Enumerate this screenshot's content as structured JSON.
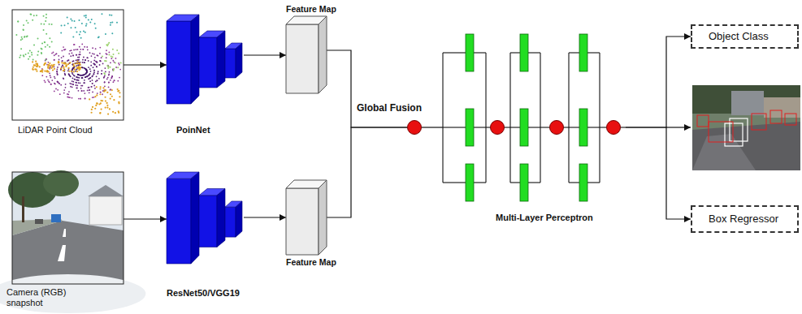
{
  "diagram": {
    "nodes": [
      {
        "text": [
          "LiDAR Point Cloud"
        ]
      },
      {
        "text": [
          "PoinNet"
        ]
      },
      {
        "text": [
          "Feature Map"
        ]
      },
      {
        "text": [
          "Camera (RGB) snapshot"
        ]
      },
      {
        "text": [
          "ResNet50/VGG19"
        ]
      },
      {
        "text": [
          "Feature Map"
        ]
      },
      {
        "text": [
          "Global Fusion"
        ]
      },
      {
        "text": [
          "Multi-Layer Perceptron"
        ]
      },
      {
        "text": [
          "Object Class"
        ]
      },
      {
        "text": [
          "Box Regressor"
        ]
      }
    ],
    "edges": [
      {
        "from": 0,
        "to": 1,
        "arrow": "to"
      },
      {
        "from": 1,
        "to": 2,
        "arrow": "to"
      },
      {
        "from": 3,
        "to": 4,
        "arrow": "to"
      },
      {
        "from": 4,
        "to": 5,
        "arrow": "to"
      },
      {
        "from": 2,
        "to": 6,
        "arrow": "none"
      },
      {
        "from": 5,
        "to": 6,
        "arrow": "none"
      },
      {
        "from": 6,
        "to": 7,
        "arrow": "none"
      },
      {
        "from": 7,
        "to": 8,
        "arrow": "to"
      },
      {
        "from": 7,
        "to": 9,
        "arrow": "to"
      }
    ]
  }
}
